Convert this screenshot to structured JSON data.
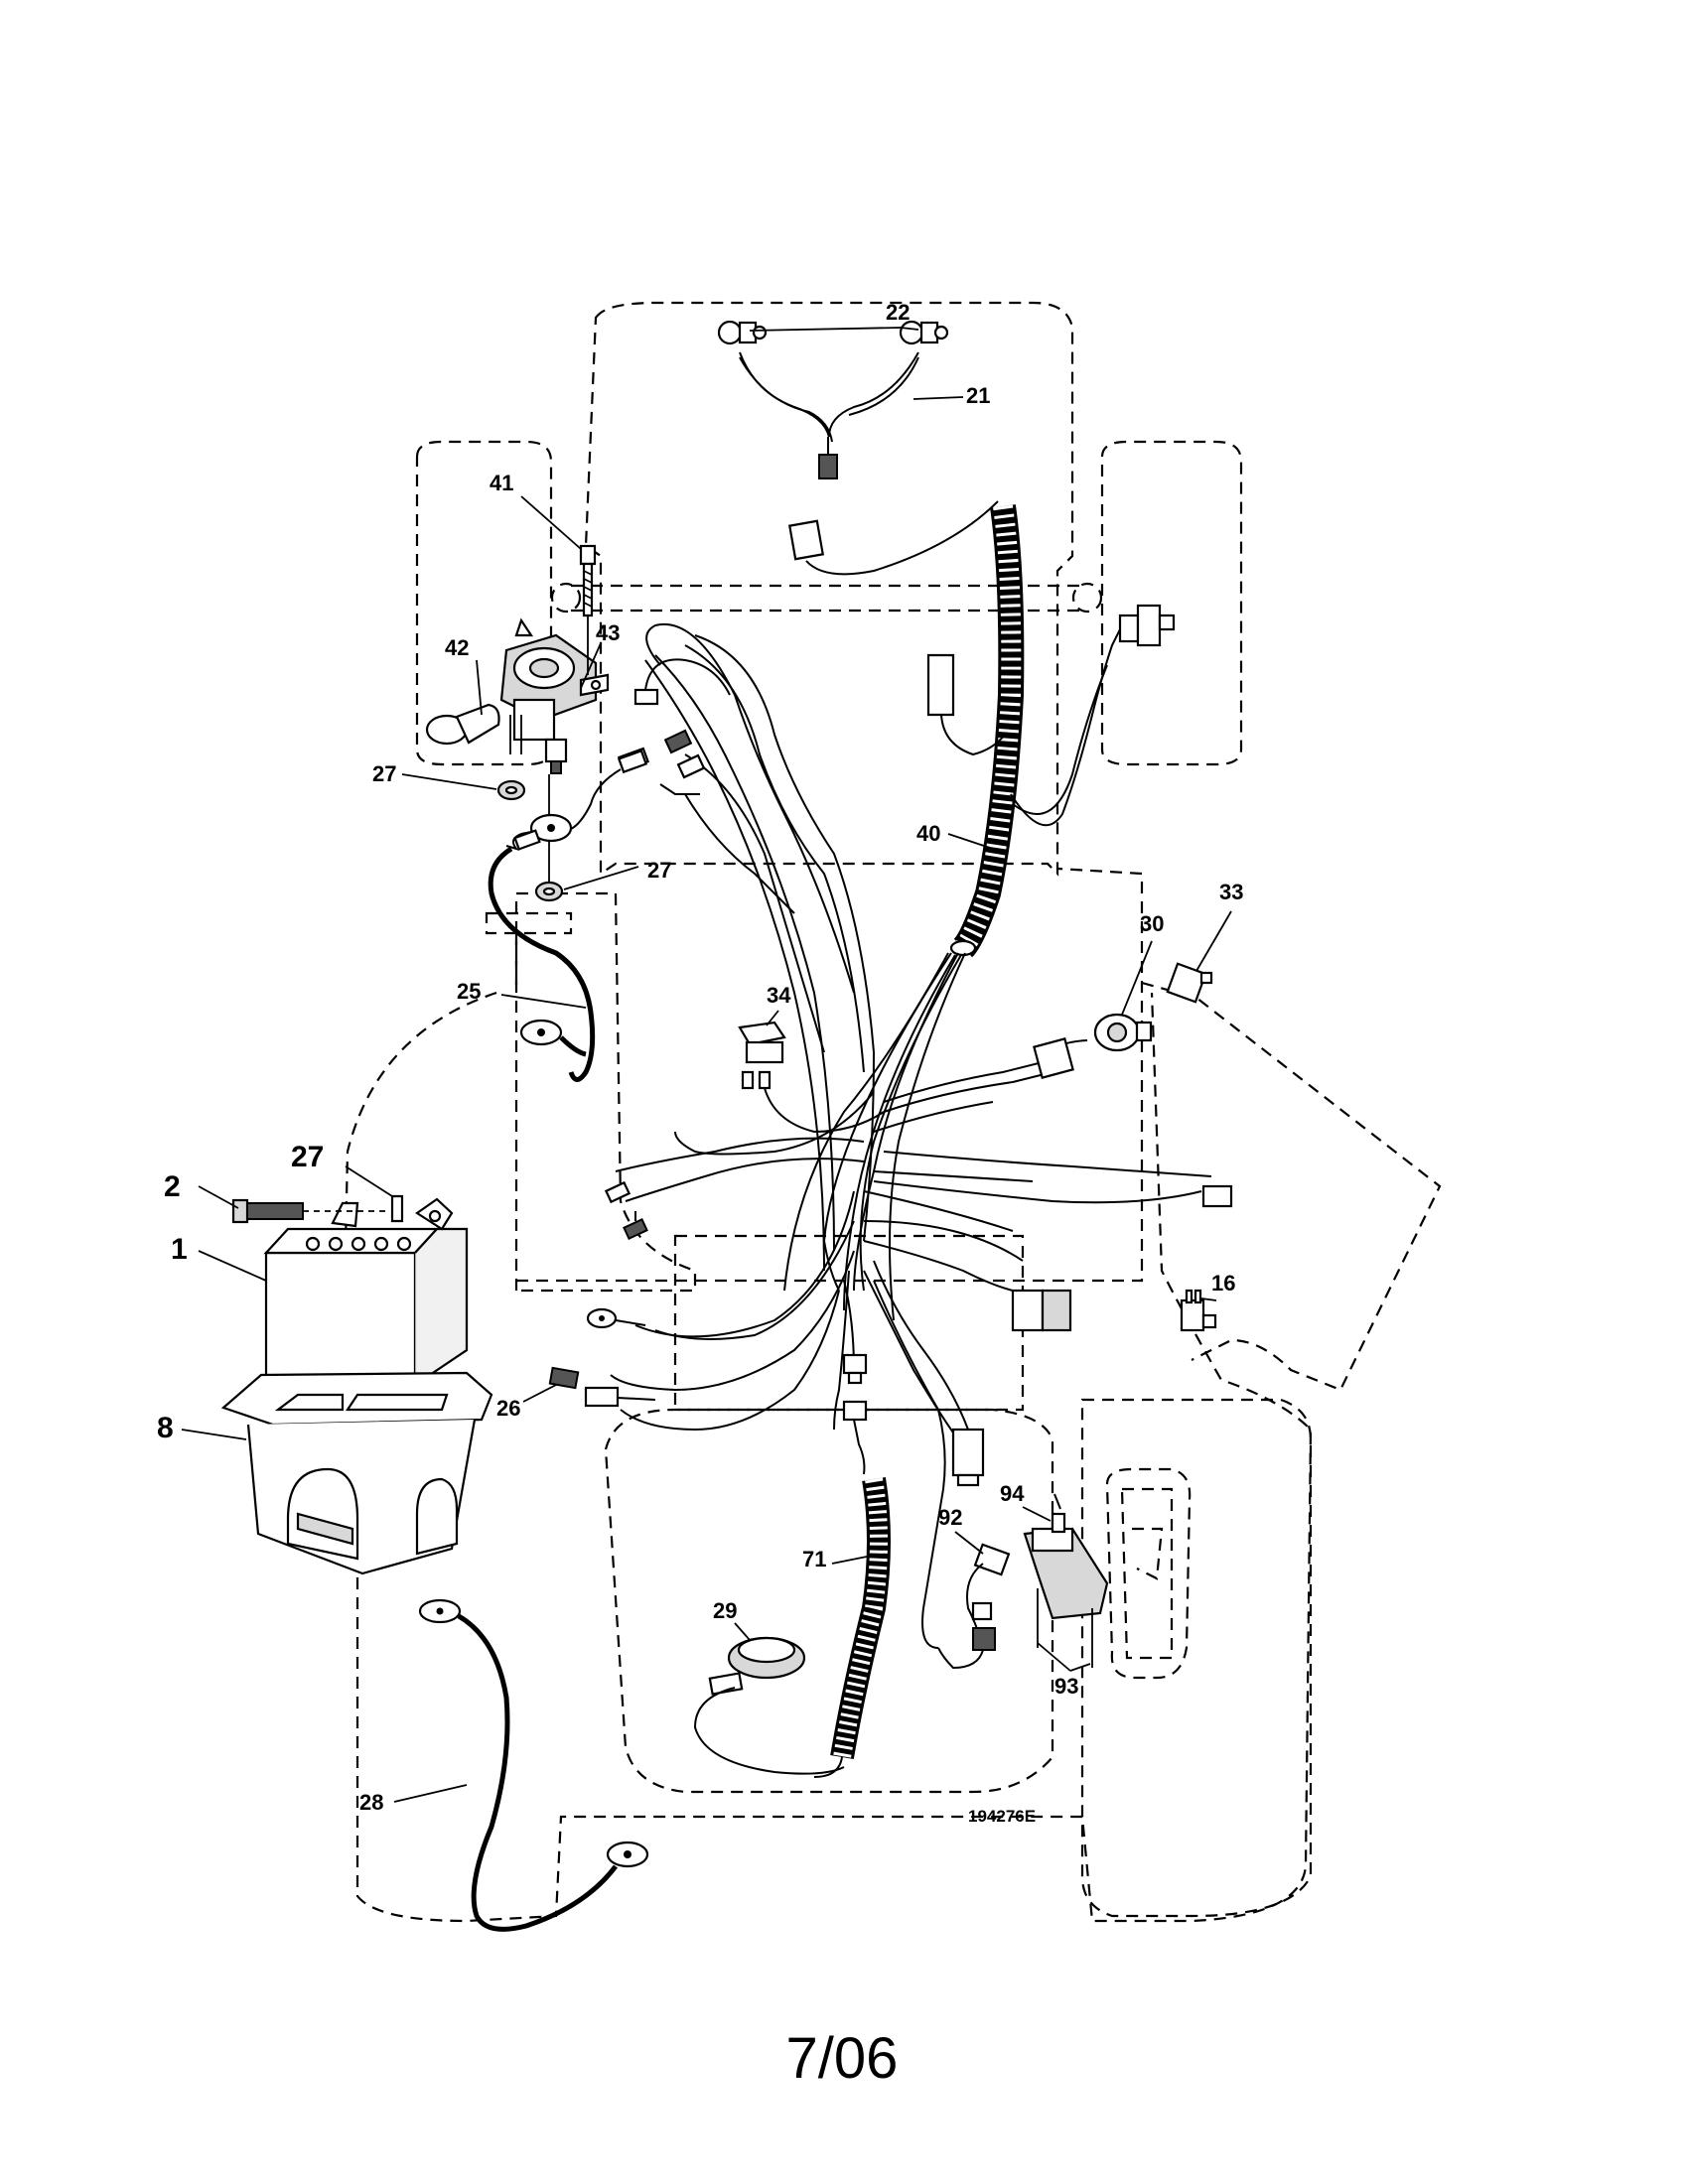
{
  "callouts": [
    {
      "id": "22",
      "label": "22"
    },
    {
      "id": "21",
      "label": "21"
    },
    {
      "id": "41",
      "label": "41"
    },
    {
      "id": "42",
      "label": "42"
    },
    {
      "id": "43",
      "label": "43"
    },
    {
      "id": "27a",
      "label": "27"
    },
    {
      "id": "27b",
      "label": "27"
    },
    {
      "id": "40",
      "label": "40"
    },
    {
      "id": "33",
      "label": "33"
    },
    {
      "id": "30",
      "label": "30"
    },
    {
      "id": "25",
      "label": "25"
    },
    {
      "id": "34",
      "label": "34"
    },
    {
      "id": "2",
      "label": "2"
    },
    {
      "id": "27c",
      "label": "27"
    },
    {
      "id": "1",
      "label": "1"
    },
    {
      "id": "16",
      "label": "16"
    },
    {
      "id": "26",
      "label": "26"
    },
    {
      "id": "8",
      "label": "8"
    },
    {
      "id": "92",
      "label": "92"
    },
    {
      "id": "94",
      "label": "94"
    },
    {
      "id": "71",
      "label": "71"
    },
    {
      "id": "29",
      "label": "29"
    },
    {
      "id": "93",
      "label": "93"
    },
    {
      "id": "28",
      "label": "28"
    }
  ],
  "drawing_number": "194276E",
  "page_footer": "7/06"
}
